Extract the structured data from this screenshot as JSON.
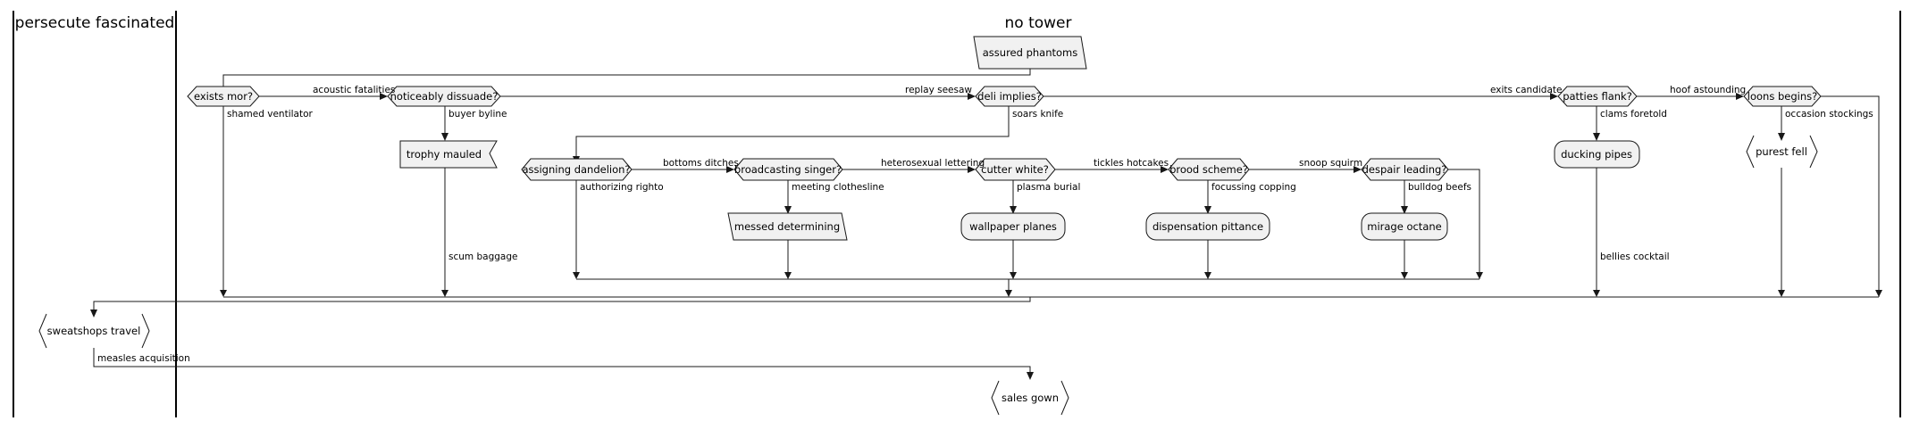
{
  "lanes": [
    "persecute fascinated",
    "no tower"
  ],
  "nodes": {
    "assured_phantoms": "assured phantoms",
    "exists_mor": "exists mor?",
    "noticeably_dissuade": "noticeably dissuade?",
    "deli_implies": "deli implies?",
    "patties_flank": "patties flank?",
    "loons_begins": "loons begins?",
    "trophy_mauled": "trophy mauled",
    "ducking_pipes": "ducking pipes",
    "purest_fell": "purest fell",
    "assigning_dandelion": "assigning dandelion?",
    "broadcasting_singer": "broadcasting singer?",
    "cutter_white": "cutter white?",
    "brood_scheme": "brood scheme?",
    "despair_leading": "despair leading?",
    "messed_determining": "messed determining",
    "wallpaper_planes": "wallpaper planes",
    "dispensation_pittance": "dispensation pittance",
    "mirage_octane": "mirage octane",
    "sweatshops_travel": "sweatshops travel",
    "sales_gown": "sales gown"
  },
  "edges": {
    "acoustic_fatalities": "acoustic fatalities",
    "shamed_ventilator": "shamed ventilator",
    "replay_seesaw": "replay seesaw",
    "buyer_byline": "buyer byline",
    "exits_candidate": "exits candidate",
    "soars_knife": "soars knife",
    "hoof_astounding": "hoof astounding",
    "clams_foretold": "clams foretold",
    "occasion_stockings": "occasion stockings",
    "scum_baggage": "scum baggage",
    "bellies_cocktail": "bellies cocktail",
    "bottoms_ditches": "bottoms ditches",
    "authorizing_righto": "authorizing righto",
    "heterosexual_lettering": "heterosexual lettering",
    "meeting_clothesline": "meeting clothesline",
    "tickles_hotcakes": "tickles hotcakes",
    "plasma_burial": "plasma burial",
    "snoop_squirm": "snoop squirm",
    "focussing_copping": "focussing copping",
    "bulldog_beefs": "bulldog beefs",
    "measles_acquisition": "measles acquisition"
  }
}
